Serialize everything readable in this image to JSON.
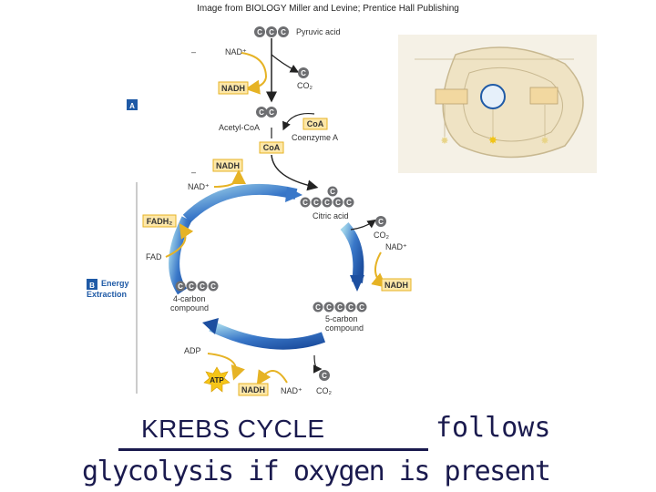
{
  "credit": "Image from BIOLOGY Miller and Levine; Prentice Hall Publishing",
  "diagram": {
    "pyruvic_acid": "Pyruvic acid",
    "nad_plus": "NAD⁺",
    "nadh": "NADH",
    "co2": "CO₂",
    "acetyl_coa": "Acetyl-CoA",
    "coa": "CoA",
    "coenzyme_a": "Coenzyme A",
    "citric_acid": "Citric acid",
    "fadh2": "FADH₂",
    "fad": "FAD",
    "four_carbon_1": "4-carbon",
    "four_carbon_2": "compound",
    "five_carbon_1": "5-carbon",
    "five_carbon_2": "compound",
    "adp": "ADP",
    "atp": "ATP",
    "carbon": "C",
    "stage_a": "A",
    "stage_b": "B",
    "energy_1": "Energy",
    "energy_2": "Extraction",
    "dash": "–"
  },
  "caption": {
    "answer": "KREBS CYCLE",
    "follows": "follows",
    "line2": "glycolysis if oxygen is present"
  },
  "colors": {
    "cycle_blue": "#3a78c9",
    "arrow_yellow": "#e6b325",
    "box_fill": "#fde7a8",
    "carbon_grey": "#6d6e71",
    "text_navy": "#1a1a4e",
    "stage_blue": "#1f5aa6"
  }
}
